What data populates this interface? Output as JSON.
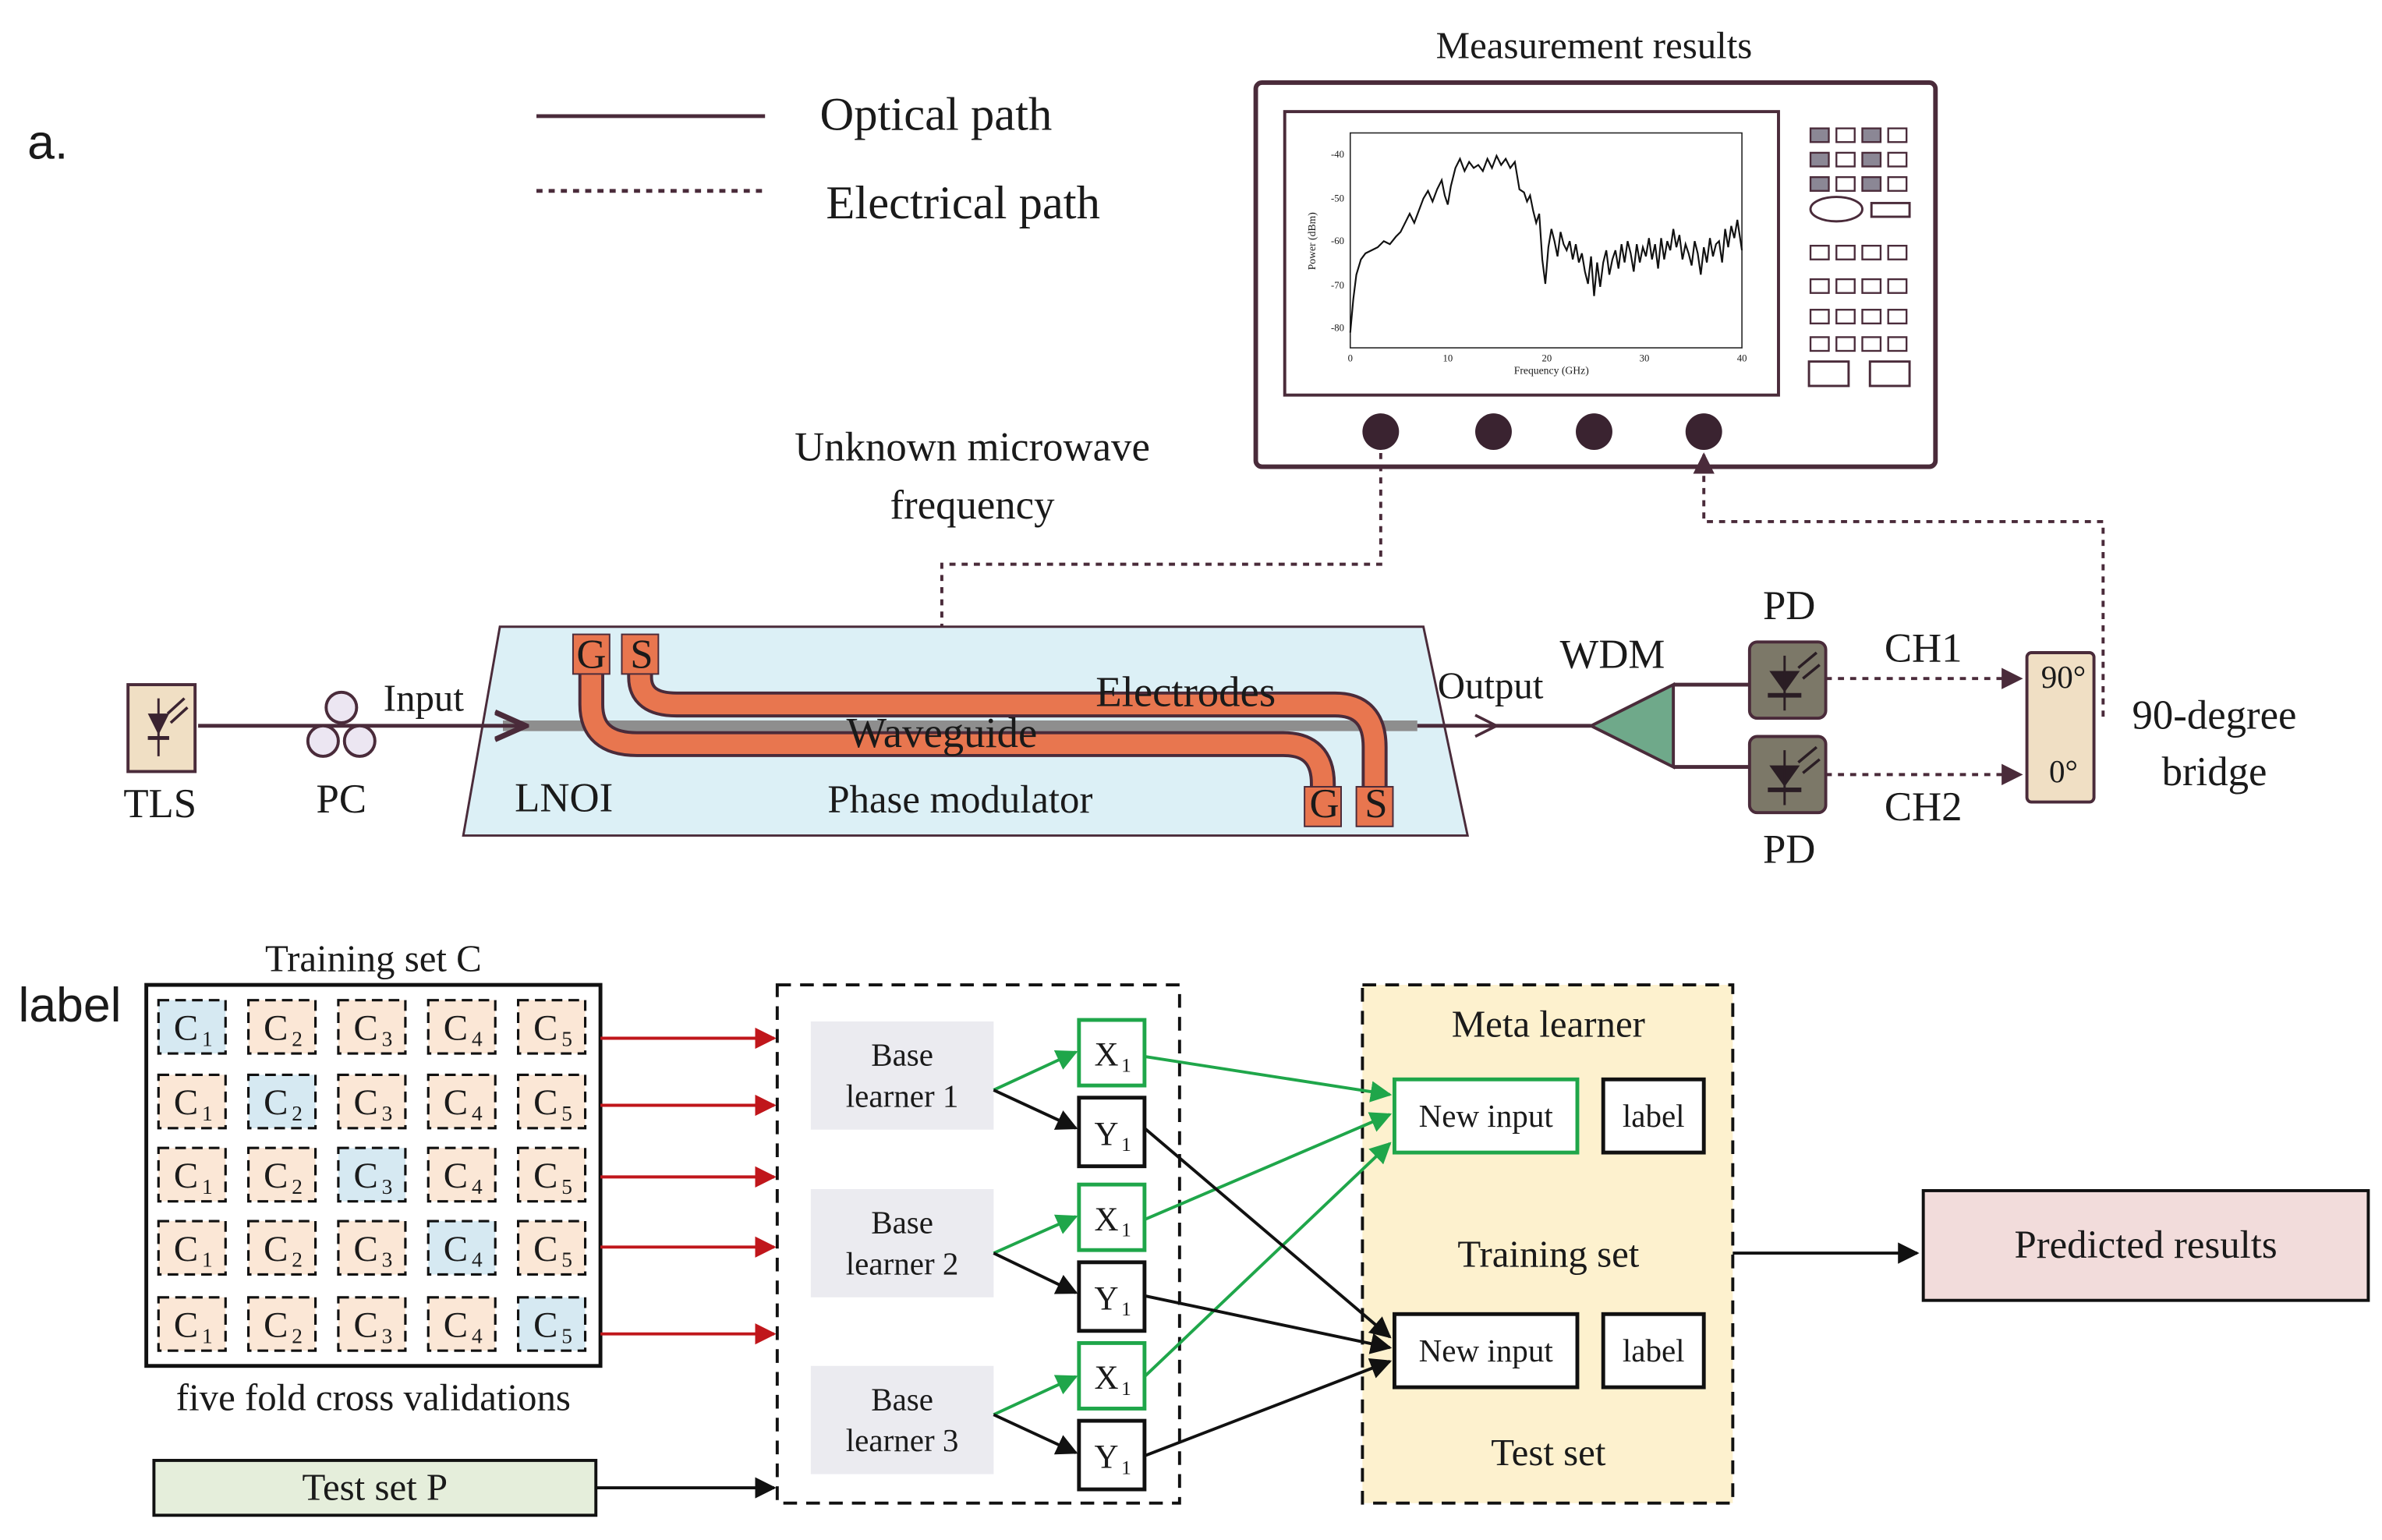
{
  "panel_a": {
    "label": "a.",
    "legend": {
      "optical": "Optical path",
      "electrical": "Electrical path"
    },
    "measurement_title": "Measurement results",
    "plot": {
      "ylabel": "Power (dBm)",
      "xlabel": "Frequency (GHz)",
      "yticks": [
        "-40",
        "-50",
        "-60",
        "-70",
        "-80"
      ],
      "xticks": [
        "0",
        "10",
        "20",
        "30",
        "40"
      ]
    },
    "unknown_freq_line1": "Unknown microwave",
    "unknown_freq_line2": "frequency",
    "tls": "TLS",
    "pc": "PC",
    "input": "Input",
    "lnoi": "LNOI",
    "phase_modulator": "Phase modulator",
    "waveguide": "Waveguide",
    "electrodes": "Electrodes",
    "g": "G",
    "s": "S",
    "output": "Output",
    "wdm": "WDM",
    "pd": "PD",
    "ch1": "CH1",
    "ch2": "CH2",
    "bridge_90": "90°",
    "bridge_0": "0°",
    "bridge_line1": "90-degree",
    "bridge_line2": "bridge"
  },
  "panel_b": {
    "label": "label",
    "training_set": "Training set C",
    "five_fold": "five fold cross validations",
    "cell_letter": "C",
    "cell_subs": [
      "1",
      "2",
      "3",
      "4",
      "5"
    ],
    "test_set_p": "Test set P",
    "base_learners": [
      {
        "line1": "Base",
        "line2": "learner 1"
      },
      {
        "line1": "Base",
        "line2": "learner 2"
      },
      {
        "line1": "Base",
        "line2": "learner 3"
      }
    ],
    "x": "X",
    "y": "Y",
    "sub1": "1",
    "meta_learner": "Meta learner",
    "new_input": "New input",
    "training_set_box": "Training set",
    "test_set": "Test set",
    "predicted": "Predicted results"
  },
  "colors": {
    "dark": "#4a2b3a",
    "electrode": "#e8764f",
    "chip": "#dcf0f6",
    "wdm": "#6fa98a",
    "pd": "#7c7868",
    "bridge": "#f0dfc4",
    "tls": "#f0dfc4",
    "green": "#1fa64a",
    "red_arrow": "#c0161b",
    "meta_bg": "#fdf1ce",
    "test_bg": "#e5eedb",
    "pred_bg": "#f2dcdb",
    "base_bg": "#ebebf0",
    "cell_blue": "#d6e9f2",
    "cell_peach": "#fbe7d6"
  }
}
